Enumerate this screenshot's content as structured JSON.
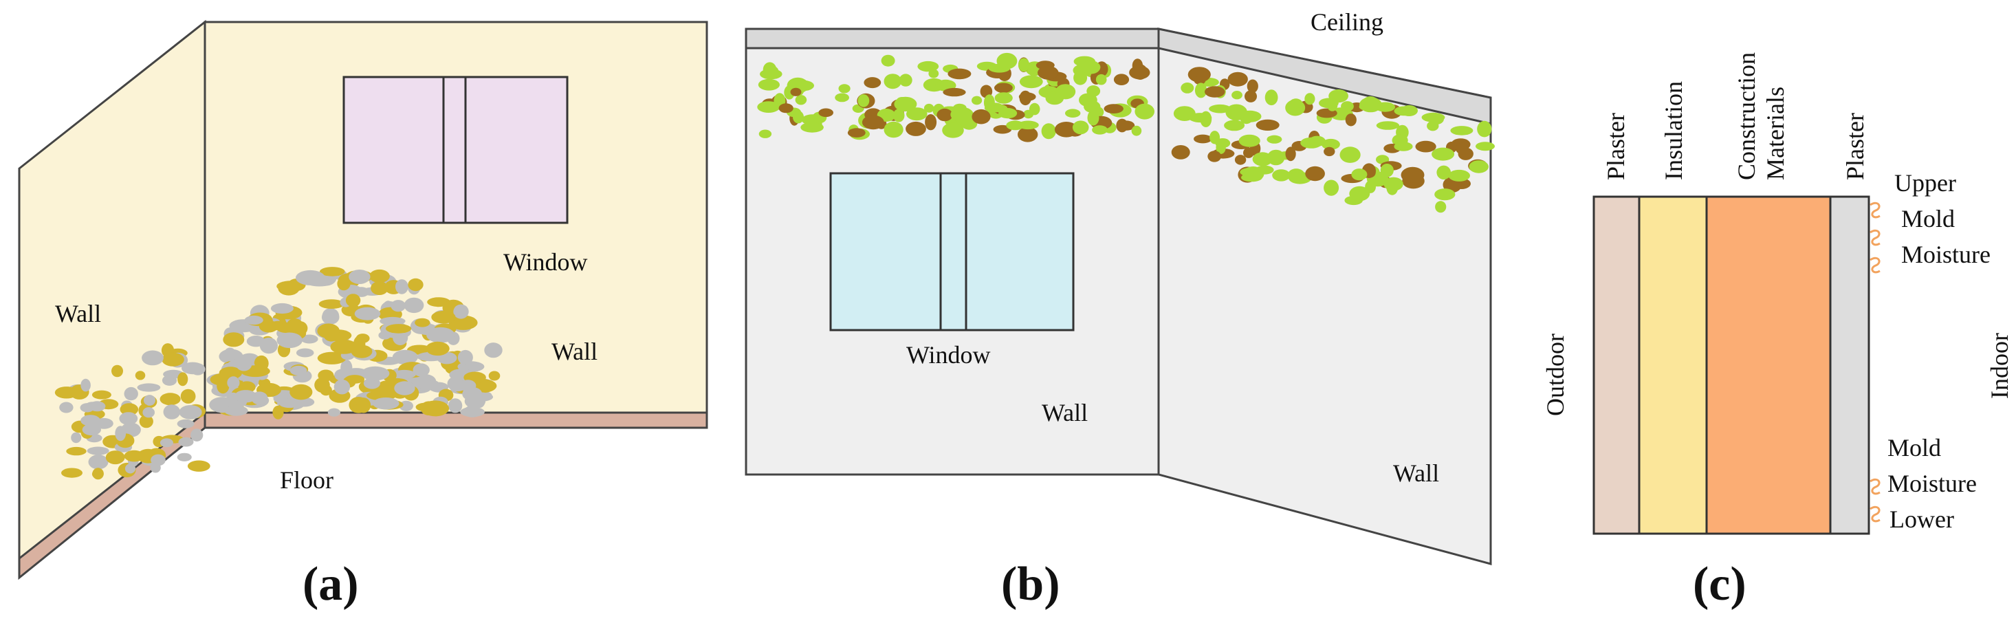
{
  "panel_a": {
    "caption": "(a)",
    "labels": {
      "wall_left": "Wall",
      "window": "Window",
      "wall_right": "Wall",
      "floor": "Floor"
    },
    "colors": {
      "wall": "#FBF3D6",
      "window": "#EEDEEF",
      "floor_strip": "#D9B1A0",
      "mold_gold": "#D2B52E",
      "mold_gray": "#BDBDBD"
    }
  },
  "panel_b": {
    "caption": "(b)",
    "labels": {
      "ceiling": "Ceiling",
      "window": "Window",
      "wall_front": "Wall",
      "wall_right": "Wall"
    },
    "colors": {
      "wall": "#EFEFEF",
      "ceiling_strip": "#D9D9D9",
      "window": "#D2EEF3",
      "mold_green": "#A8DB37",
      "mold_brown": "#9C6B1F"
    }
  },
  "panel_c": {
    "caption": "(c)",
    "layers": [
      {
        "name": "Plaster",
        "color": "#E8D3C6"
      },
      {
        "name": "Insulation",
        "color": "#FBE69A"
      },
      {
        "name": "Construction Materials",
        "color": "#FBAD74"
      },
      {
        "name": "Plaster",
        "color": "#DDDDDD"
      }
    ],
    "side_labels": {
      "outdoor": "Outdoor",
      "indoor": "Indoor"
    },
    "upper_labels": [
      "Upper",
      "Mold",
      "Moisture"
    ],
    "lower_labels": [
      "Mold",
      "Moisture",
      "Lower"
    ],
    "mold_marker_color": "#F2A35E"
  }
}
